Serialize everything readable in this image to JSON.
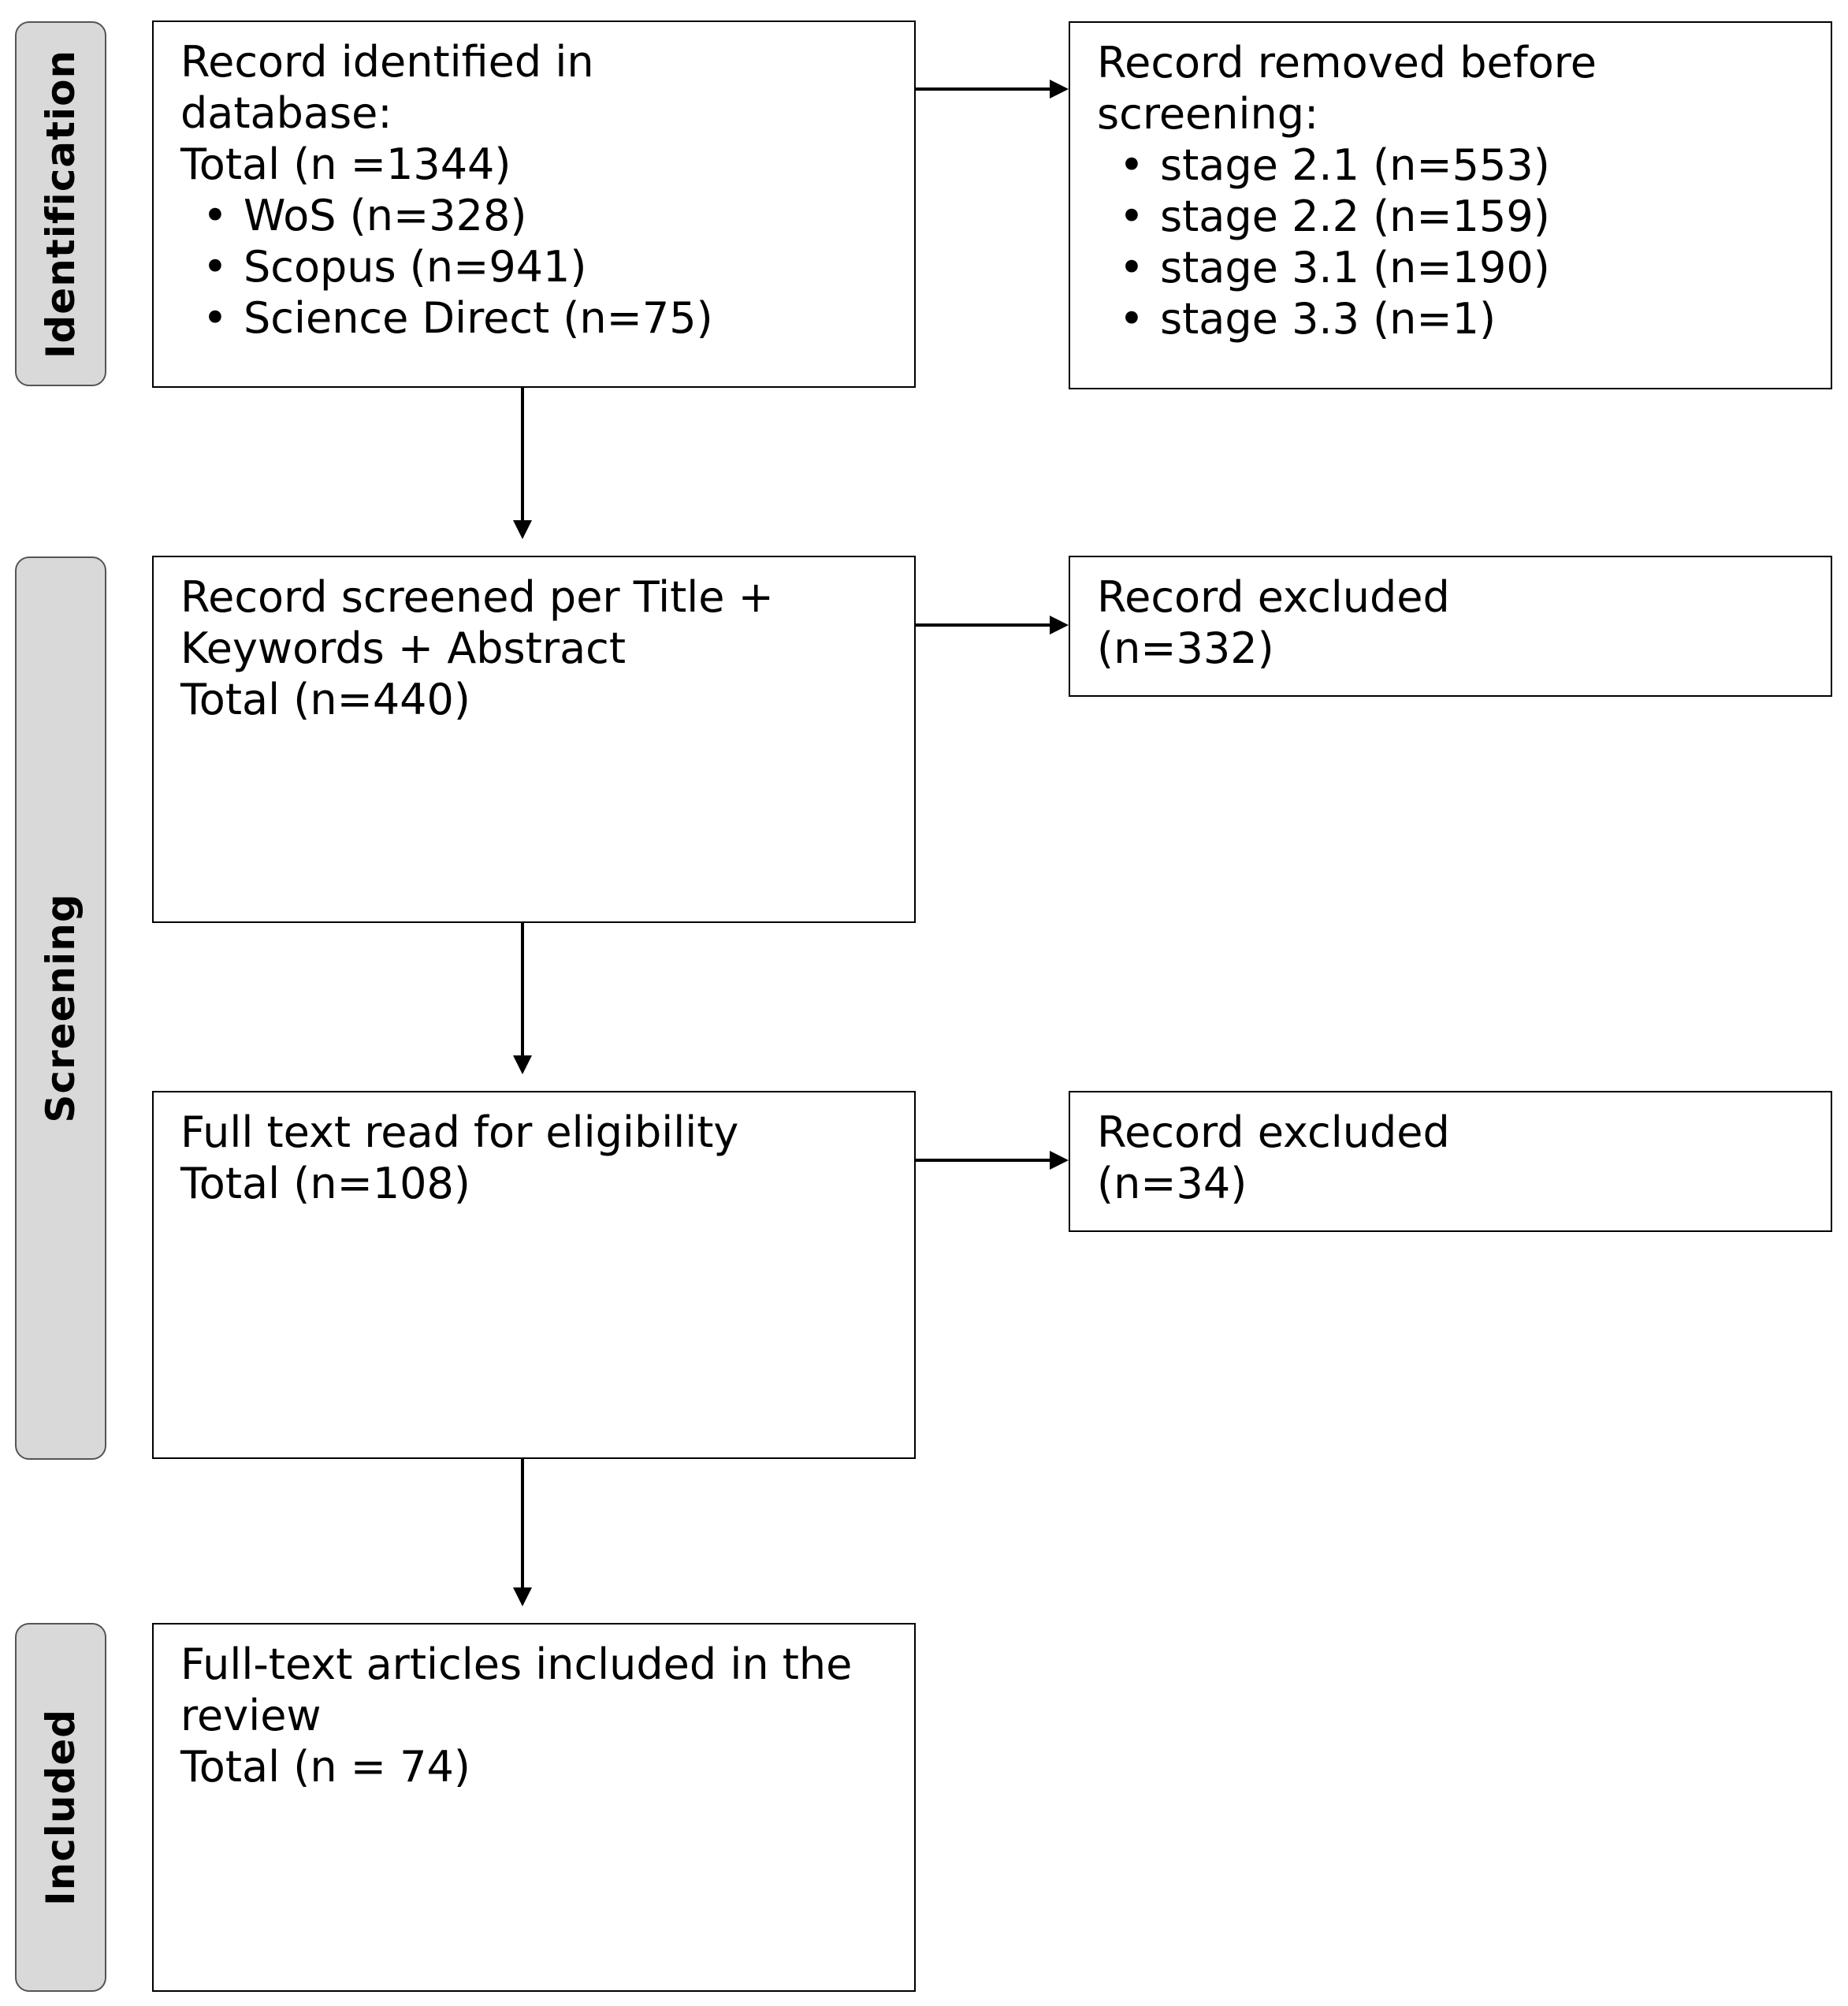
{
  "phases": {
    "identification": "Identification",
    "screening": "Screening",
    "included": "Included"
  },
  "boxes": {
    "identified": {
      "lines": [
        "Record identified in",
        "database:",
        "Total (n =1344)"
      ],
      "items": [
        "WoS (n=328)",
        "Scopus (n=941)",
        "Science Direct  (n=75)"
      ]
    },
    "removed": {
      "lines": [
        "Record removed before",
        "screening:"
      ],
      "items": [
        "stage 2.1 (n=553)",
        "stage 2.2 (n=159)",
        "stage 3.1 (n=190)",
        "stage 3.3 (n=1)"
      ]
    },
    "screened": {
      "lines": [
        "Record screened per Title +",
        "Keywords + Abstract",
        "Total (n=440)"
      ]
    },
    "excluded_1": {
      "lines": [
        "Record excluded",
        "(n=332)"
      ]
    },
    "fulltext": {
      "lines": [
        "Full text read for eligibility",
        "Total (n=108)"
      ]
    },
    "excluded_2": {
      "lines": [
        "Record excluded",
        "(n=34)"
      ]
    },
    "included": {
      "lines": [
        "Full-text articles included in the",
        "review",
        "Total (n = 74)"
      ]
    }
  },
  "bullet_glyph": "•"
}
